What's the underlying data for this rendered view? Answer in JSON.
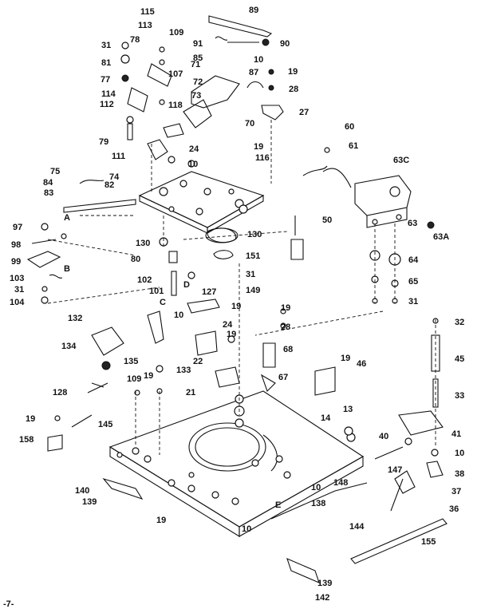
{
  "page_number": "-7-",
  "labels": {
    "l115": "115",
    "l113": "113",
    "l109a": "109",
    "l89": "89",
    "l31a": "31",
    "l78": "78",
    "l91": "91",
    "l90": "90",
    "l81": "81",
    "l71": "71",
    "l85": "85",
    "l10a": "10",
    "l107": "107",
    "l19a": "19",
    "l77": "77",
    "l72": "72",
    "l87": "87",
    "l28a": "28",
    "l73": "73",
    "l114": "114",
    "l112": "112",
    "l118": "118",
    "l70": "70",
    "l27a": "27",
    "l60": "60",
    "l61": "61",
    "l79": "79",
    "l111": "111",
    "l24a": "24",
    "l19b": "19",
    "l116": "116",
    "l63c": "63C",
    "l10b": "10",
    "l75": "75",
    "l74": "74",
    "l84": "84",
    "l82": "82",
    "l83": "83",
    "l50": "50",
    "l63": "63",
    "l97": "97",
    "l98": "98",
    "l130a": "130",
    "l130b": "130",
    "l63a": "63A",
    "l99": "99",
    "l80": "80",
    "l151": "151",
    "l64": "64",
    "l103": "103",
    "l102": "102",
    "l31b": "31",
    "l65": "65",
    "l31c": "31",
    "l101": "101",
    "l127": "127",
    "l149": "149",
    "l104": "104",
    "l31d": "31",
    "l10c": "10",
    "l19c": "19",
    "l132": "132",
    "l19d": "19",
    "l32": "32",
    "l24b": "24",
    "l28b": "28",
    "l134": "134",
    "l135": "135",
    "l19e": "19",
    "l68": "68",
    "l45": "45",
    "l22": "22",
    "l133": "133",
    "l19f": "19",
    "l46": "46",
    "l109b": "109",
    "l19g": "19",
    "l67": "67",
    "l128": "128",
    "l21": "21",
    "l33": "33",
    "l19h": "19",
    "l145": "145",
    "l14": "14",
    "l13": "13",
    "l158": "158",
    "l40": "40",
    "l41": "41",
    "l10d": "10",
    "l147": "147",
    "l38": "38",
    "l140": "140",
    "l148": "148",
    "l37": "37",
    "l139a": "139",
    "l10e": "10",
    "l19i": "19",
    "l138": "138",
    "l36": "36",
    "l10f": "10",
    "l144": "144",
    "l155": "155",
    "l139b": "139",
    "l142": "142",
    "lA": "A",
    "lB": "B",
    "lC": "C",
    "lD": "D",
    "lE": "E"
  }
}
